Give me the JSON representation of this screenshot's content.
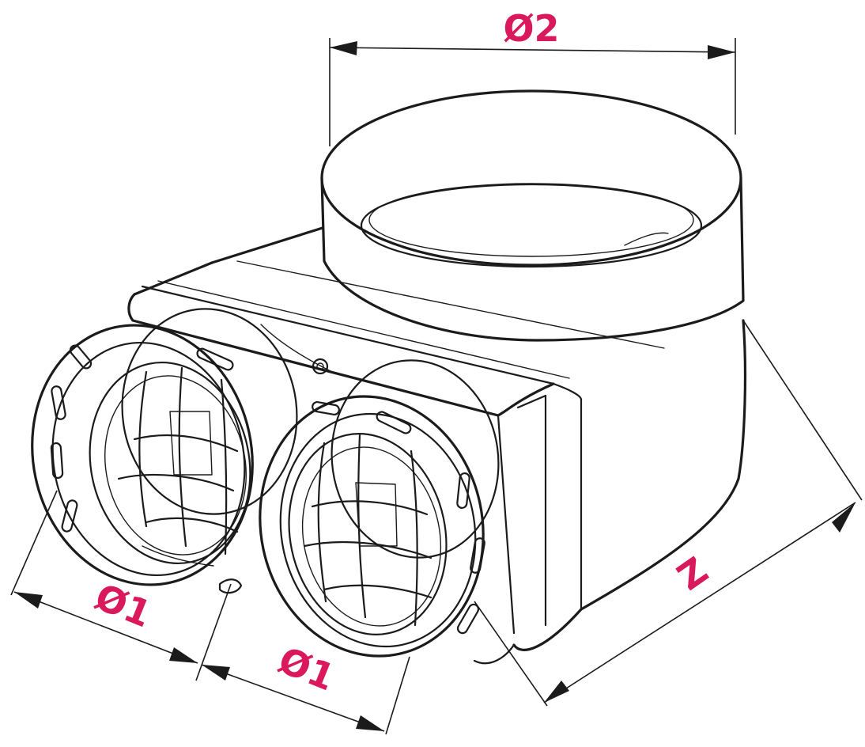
{
  "diagram": {
    "labels": {
      "outlet_diameter": "Ø2",
      "inlet_diameter_left": "Ø1",
      "inlet_diameter_right": "Ø1",
      "depth": "Z"
    },
    "label_color": "#d9195c",
    "line_color": "#1b1b1b",
    "background": "#ffffff"
  }
}
